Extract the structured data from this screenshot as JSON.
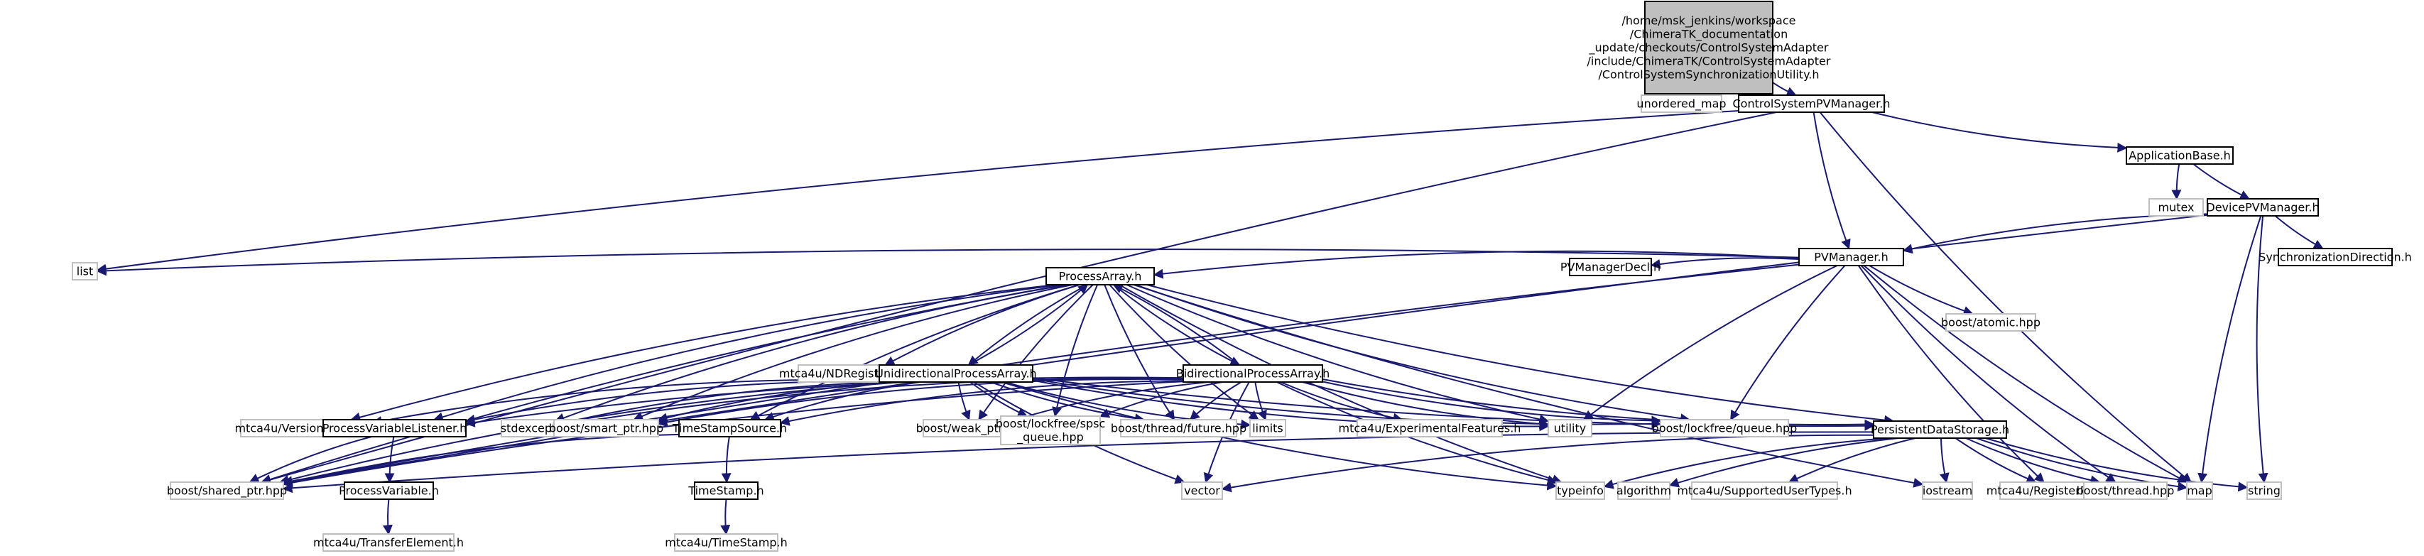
{
  "diagram": {
    "type": "include-dependency-graph",
    "colors": {
      "edge": "#191970",
      "root_fill": "#bfbfbf",
      "node_border": "#000000",
      "external_border": "#bfbfbf"
    },
    "nodes": [
      {
        "id": "root",
        "lines": [
          "/home/msk_jenkins/workspace",
          "/ChimeraTK_documentation",
          "_update/checkouts/ControlSystemAdapter",
          "/include/ChimeraTK/ControlSystemAdapter",
          "/ControlSystemSynchronizationUtility.h"
        ],
        "style": "root"
      },
      {
        "id": "unordered_map",
        "lines": [
          "unordered_map"
        ],
        "style": "external"
      },
      {
        "id": "cspvm",
        "lines": [
          "ControlSystemPVManager.h"
        ],
        "style": "local"
      },
      {
        "id": "appbase",
        "lines": [
          "ApplicationBase.h"
        ],
        "style": "local"
      },
      {
        "id": "mutex",
        "lines": [
          "mutex"
        ],
        "style": "external"
      },
      {
        "id": "devpvm",
        "lines": [
          "DevicePVManager.h"
        ],
        "style": "local"
      },
      {
        "id": "syncdir",
        "lines": [
          "SynchronizationDirection.h"
        ],
        "style": "local"
      },
      {
        "id": "pvm",
        "lines": [
          "PVManager.h"
        ],
        "style": "local"
      },
      {
        "id": "list",
        "lines": [
          "list"
        ],
        "style": "external"
      },
      {
        "id": "pvmdecl",
        "lines": [
          "PVManagerDecl.h"
        ],
        "style": "local"
      },
      {
        "id": "boostatomic",
        "lines": [
          "boost/atomic.hpp"
        ],
        "style": "external"
      },
      {
        "id": "procarr",
        "lines": [
          "ProcessArray.h"
        ],
        "style": "local"
      },
      {
        "id": "ndreg",
        "lines": [
          "mtca4u/NDRegisterAccessor.h"
        ],
        "style": "external"
      },
      {
        "id": "uniproc",
        "lines": [
          "UnidirectionalProcessArray.h"
        ],
        "style": "local"
      },
      {
        "id": "biproc",
        "lines": [
          "BidirectionalProcessArray.h"
        ],
        "style": "local"
      },
      {
        "id": "versionnum",
        "lines": [
          "mtca4u/VersionNumber.h"
        ],
        "style": "external"
      },
      {
        "id": "pvlistener",
        "lines": [
          "ProcessVariableListener.h"
        ],
        "style": "local"
      },
      {
        "id": "stdexcept",
        "lines": [
          "stdexcept"
        ],
        "style": "external"
      },
      {
        "id": "smartptr",
        "lines": [
          "boost/smart_ptr.hpp"
        ],
        "style": "external"
      },
      {
        "id": "tssource",
        "lines": [
          "TimeStampSource.h"
        ],
        "style": "local"
      },
      {
        "id": "weakptr",
        "lines": [
          "boost/weak_ptr.hpp"
        ],
        "style": "external"
      },
      {
        "id": "spsc",
        "lines": [
          "boost/lockfree/spsc",
          "_queue.hpp"
        ],
        "style": "external"
      },
      {
        "id": "future",
        "lines": [
          "boost/thread/future.hpp"
        ],
        "style": "external"
      },
      {
        "id": "limits",
        "lines": [
          "limits"
        ],
        "style": "external"
      },
      {
        "id": "expfeat",
        "lines": [
          "mtca4u/ExperimentalFeatures.h"
        ],
        "style": "external"
      },
      {
        "id": "utility",
        "lines": [
          "utility"
        ],
        "style": "external"
      },
      {
        "id": "lfqueue",
        "lines": [
          "boost/lockfree/queue.hpp"
        ],
        "style": "external"
      },
      {
        "id": "pds",
        "lines": [
          "PersistentDataStorage.h"
        ],
        "style": "local"
      },
      {
        "id": "sharedptr",
        "lines": [
          "boost/shared_ptr.hpp"
        ],
        "style": "external"
      },
      {
        "id": "procvar",
        "lines": [
          "ProcessVariable.h"
        ],
        "style": "local"
      },
      {
        "id": "transfer",
        "lines": [
          "mtca4u/TransferElement.h"
        ],
        "style": "external"
      },
      {
        "id": "timestamp",
        "lines": [
          "TimeStamp.h"
        ],
        "style": "local"
      },
      {
        "id": "timestamph",
        "lines": [
          "mtca4u/TimeStamp.h"
        ],
        "style": "external"
      },
      {
        "id": "vector",
        "lines": [
          "vector"
        ],
        "style": "external"
      },
      {
        "id": "typeinfo",
        "lines": [
          "typeinfo"
        ],
        "style": "external"
      },
      {
        "id": "algorithm",
        "lines": [
          "algorithm"
        ],
        "style": "external"
      },
      {
        "id": "suptypes",
        "lines": [
          "mtca4u/SupportedUserTypes.h"
        ],
        "style": "external"
      },
      {
        "id": "iostream",
        "lines": [
          "iostream"
        ],
        "style": "external"
      },
      {
        "id": "regpath",
        "lines": [
          "mtca4u/RegisterPath.h"
        ],
        "style": "external"
      },
      {
        "id": "thread",
        "lines": [
          "boost/thread.hpp"
        ],
        "style": "external"
      },
      {
        "id": "map",
        "lines": [
          "map"
        ],
        "style": "external"
      },
      {
        "id": "string",
        "lines": [
          "string"
        ],
        "style": "external"
      }
    ],
    "edges": [
      [
        "root",
        "unordered_map"
      ],
      [
        "root",
        "cspvm"
      ],
      [
        "cspvm",
        "appbase"
      ],
      [
        "cspvm",
        "pvm"
      ],
      [
        "cspvm",
        "list"
      ],
      [
        "cspvm",
        "sharedptr"
      ],
      [
        "cspvm",
        "map"
      ],
      [
        "appbase",
        "mutex"
      ],
      [
        "appbase",
        "devpvm"
      ],
      [
        "devpvm",
        "syncdir"
      ],
      [
        "devpvm",
        "pvm"
      ],
      [
        "devpvm",
        "map"
      ],
      [
        "devpvm",
        "string"
      ],
      [
        "devpvm",
        "sharedptr"
      ],
      [
        "pvm",
        "list"
      ],
      [
        "pvm",
        "pvmdecl"
      ],
      [
        "pvm",
        "boostatomic"
      ],
      [
        "pvm",
        "procarr"
      ],
      [
        "pvm",
        "sharedptr"
      ],
      [
        "pvm",
        "utility"
      ],
      [
        "pvm",
        "lfqueue"
      ],
      [
        "pvm",
        "regpath"
      ],
      [
        "pvm",
        "thread"
      ],
      [
        "pvm",
        "map"
      ],
      [
        "procarr",
        "ndreg"
      ],
      [
        "procarr",
        "uniproc"
      ],
      [
        "procarr",
        "biproc"
      ],
      [
        "procarr",
        "versionnum"
      ],
      [
        "procarr",
        "pvlistener"
      ],
      [
        "procarr",
        "stdexcept"
      ],
      [
        "procarr",
        "smartptr"
      ],
      [
        "procarr",
        "tssource"
      ],
      [
        "procarr",
        "weakptr"
      ],
      [
        "procarr",
        "spsc"
      ],
      [
        "procarr",
        "future"
      ],
      [
        "procarr",
        "limits"
      ],
      [
        "procarr",
        "utility"
      ],
      [
        "procarr",
        "lfqueue"
      ],
      [
        "procarr",
        "pds"
      ],
      [
        "procarr",
        "sharedptr"
      ],
      [
        "procarr",
        "typeinfo"
      ],
      [
        "procarr",
        "iostream"
      ],
      [
        "uniproc",
        "procarr"
      ],
      [
        "uniproc",
        "versionnum"
      ],
      [
        "uniproc",
        "pvlistener"
      ],
      [
        "uniproc",
        "stdexcept"
      ],
      [
        "uniproc",
        "smartptr"
      ],
      [
        "uniproc",
        "tssource"
      ],
      [
        "uniproc",
        "weakptr"
      ],
      [
        "uniproc",
        "spsc"
      ],
      [
        "uniproc",
        "future"
      ],
      [
        "uniproc",
        "limits"
      ],
      [
        "uniproc",
        "utility"
      ],
      [
        "uniproc",
        "lfqueue"
      ],
      [
        "uniproc",
        "pds"
      ],
      [
        "uniproc",
        "sharedptr"
      ],
      [
        "uniproc",
        "vector"
      ],
      [
        "uniproc",
        "typeinfo"
      ],
      [
        "biproc",
        "procarr"
      ],
      [
        "biproc",
        "pvlistener"
      ],
      [
        "biproc",
        "stdexcept"
      ],
      [
        "biproc",
        "smartptr"
      ],
      [
        "biproc",
        "tssource"
      ],
      [
        "biproc",
        "weakptr"
      ],
      [
        "biproc",
        "spsc"
      ],
      [
        "biproc",
        "future"
      ],
      [
        "biproc",
        "limits"
      ],
      [
        "biproc",
        "expfeat"
      ],
      [
        "biproc",
        "utility"
      ],
      [
        "biproc",
        "lfqueue"
      ],
      [
        "biproc",
        "pds"
      ],
      [
        "biproc",
        "sharedptr"
      ],
      [
        "biproc",
        "vector"
      ],
      [
        "biproc",
        "typeinfo"
      ],
      [
        "pvlistener",
        "sharedptr"
      ],
      [
        "pvlistener",
        "procvar"
      ],
      [
        "procvar",
        "transfer"
      ],
      [
        "tssource",
        "sharedptr"
      ],
      [
        "tssource",
        "timestamp"
      ],
      [
        "timestamp",
        "timestamph"
      ],
      [
        "pds",
        "vector"
      ],
      [
        "pds",
        "typeinfo"
      ],
      [
        "pds",
        "algorithm"
      ],
      [
        "pds",
        "suptypes"
      ],
      [
        "pds",
        "iostream"
      ],
      [
        "pds",
        "regpath"
      ],
      [
        "pds",
        "thread"
      ],
      [
        "pds",
        "map"
      ],
      [
        "pds",
        "string"
      ],
      [
        "pds",
        "sharedptr"
      ]
    ]
  }
}
